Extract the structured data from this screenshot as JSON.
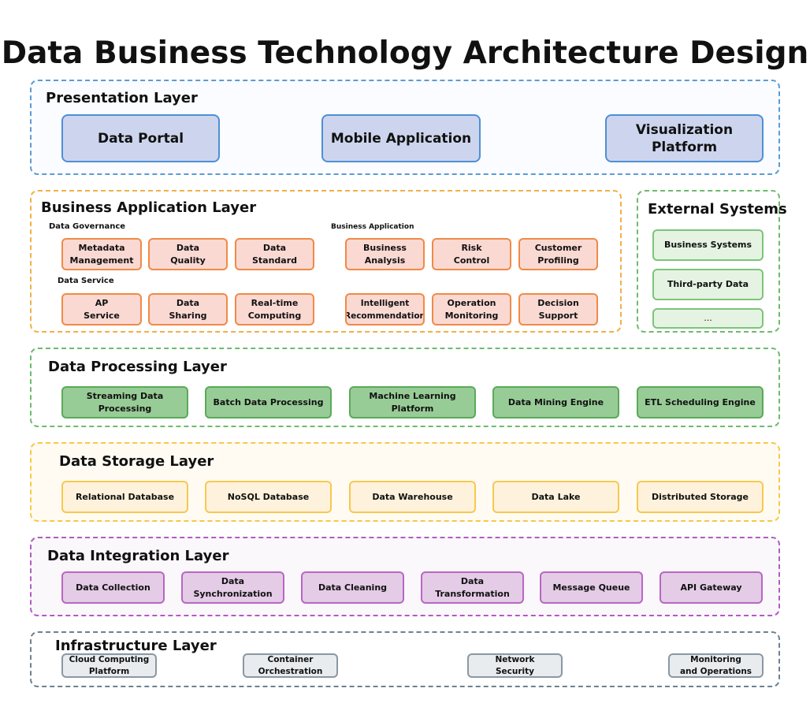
{
  "title": "Data Business Technology Architecture Design",
  "presentation": {
    "title": "Presentation Layer",
    "items": [
      "Data Portal",
      "Mobile Application",
      "Visualization Platform"
    ]
  },
  "business": {
    "title": "Business Application Layer",
    "governance": {
      "title": "Data Governance",
      "items": [
        "Metadata\nManagement",
        "Data\nQuality",
        "Data\nStandard"
      ]
    },
    "service": {
      "title": "Data Service",
      "items": [
        "AP\nService",
        "Data\nSharing",
        "Real-time\nComputing"
      ]
    },
    "application": {
      "title": "Business Application",
      "items": [
        "Business\nAnalysis",
        "Risk\nControl",
        "Customer\nProfiling",
        "Intelligent\nRecommendation",
        "Operation\nMonitoring",
        "Decision\nSupport"
      ]
    }
  },
  "external": {
    "title": "External Systems",
    "items": [
      "Business Systems",
      "Third-party Data",
      "..."
    ]
  },
  "processing": {
    "title": "Data Processing Layer",
    "items": [
      "Streaming Data Processing",
      "Batch Data Processing",
      "Machine Learning Platform",
      "Data Mining Engine",
      "ETL Scheduling Engine"
    ]
  },
  "storage": {
    "title": "Data Storage Layer",
    "items": [
      "Relational Database",
      "NoSQL Database",
      "Data Warehouse",
      "Data Lake",
      "Distributed Storage"
    ]
  },
  "integration": {
    "title": "Data Integration Layer",
    "items": [
      "Data Collection",
      "Data Synchronization",
      "Data Cleaning",
      "Data Transformation",
      "Message Queue",
      "API Gateway"
    ]
  },
  "infrastructure": {
    "title": "Infrastructure Layer",
    "items": [
      "Cloud Computing\nPlatform",
      "Container\nOrchestration",
      "Network\nSecurity",
      "Monitoring\nand Operations"
    ]
  }
}
